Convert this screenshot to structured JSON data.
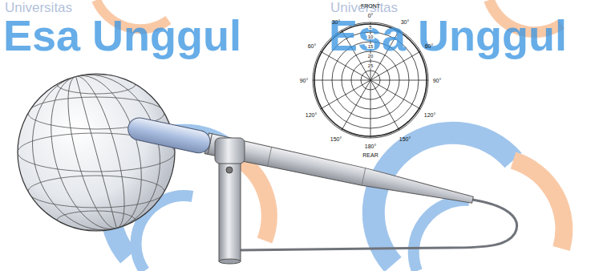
{
  "diagram": {
    "labels": [
      "Universitas",
      "Esa Unggul",
      "Universitas",
      "Esa Unggul",
      "FRONT",
      "0°",
      "5",
      "10",
      "15",
      "20",
      "25",
      "30°",
      "30°",
      "60°",
      "60°",
      "90°",
      "90°",
      "120°",
      "120°",
      "150°",
      "150°",
      "180°",
      "REAR"
    ]
  }
}
